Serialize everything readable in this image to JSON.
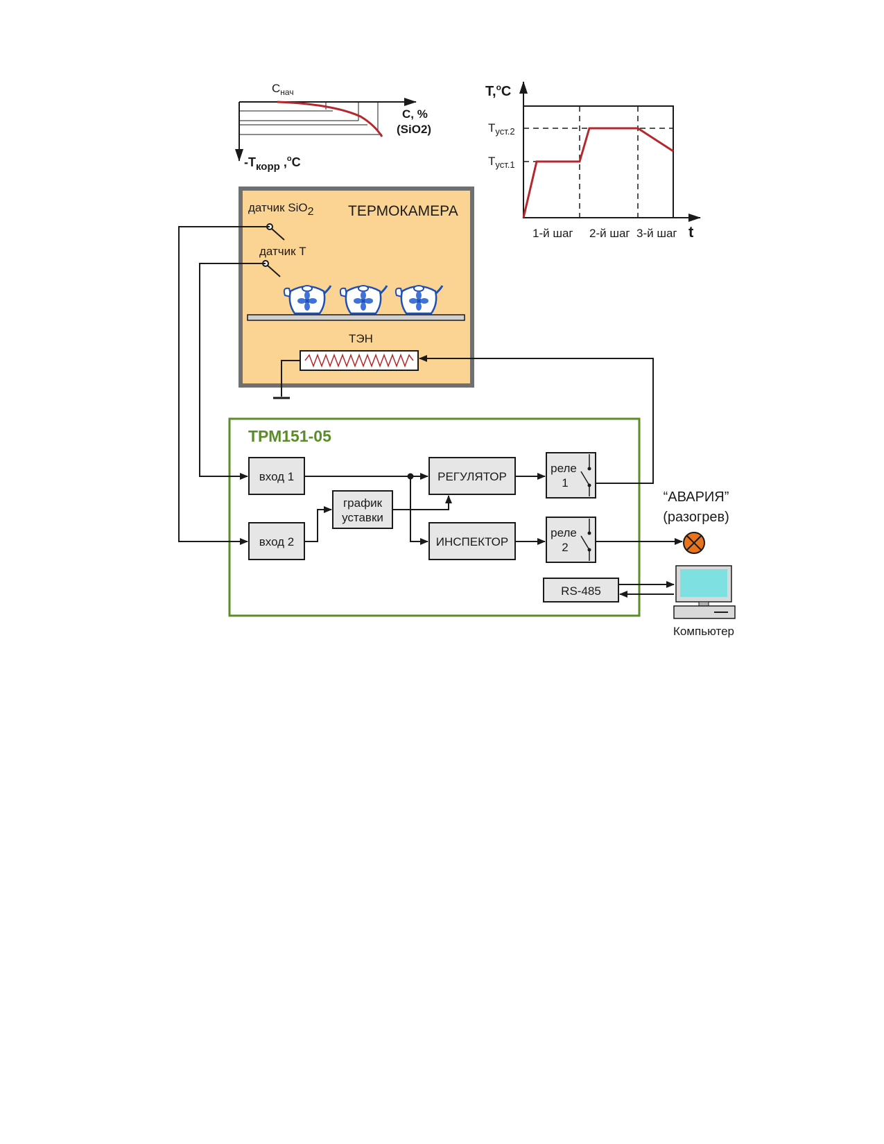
{
  "top_left_chart": {
    "c_start_label": "С",
    "c_start_sub": "нач",
    "x_axis_label_1": "С, %",
    "x_axis_label_2": "(SiO2)",
    "y_axis_label_main": "-T",
    "y_axis_label_sub": "корр",
    "y_axis_label_unit": ",",
    "y_axis_label_deg": "о",
    "y_axis_label_c": "С"
  },
  "top_right_chart": {
    "y_axis_label": "T,",
    "y_axis_deg": "о",
    "y_axis_c": "C",
    "x_axis_label": "t",
    "setpoint_2_main": "Т",
    "setpoint_2_sub": "уст.2",
    "setpoint_1_main": "Т",
    "setpoint_1_sub": "уст.1",
    "step_1": "1-й шаг",
    "step_2": "2-й шаг",
    "step_3": "3-й шаг"
  },
  "chamber": {
    "title": "ТЕРМОКАМЕРА",
    "sensor_sio2": "датчик SiO",
    "sensor_sio2_sub": "2",
    "sensor_t": "датчик Т",
    "heater": "ТЭН"
  },
  "controller": {
    "title": "ТРМ151-05",
    "input_1": "вход 1",
    "input_2": "вход 2",
    "schedule_line1": "график",
    "schedule_line2": "уставки",
    "regulator": "РЕГУЛЯТОР",
    "inspector": "ИНСПЕКТОР",
    "relay_1_label": "реле",
    "relay_1_num": "1",
    "relay_2_label": "реле",
    "relay_2_num": "2",
    "rs485": "RS-485"
  },
  "alarm": {
    "line1": "“АВАРИЯ”",
    "line2": "(разогрев)"
  },
  "computer": {
    "label": "Компьютер"
  },
  "colors": {
    "curve": "#b5272d",
    "chamber_fill": "#fbd494",
    "chamber_border": "#707070",
    "controller_border": "#5b8c2a",
    "block_fill": "#e6e6e6",
    "alarm_lamp": "#e8741c"
  },
  "icons": [
    "teapot-icon",
    "alarm-lamp-icon",
    "computer-icon",
    "ground-icon",
    "heater-icon",
    "switch-icon"
  ]
}
